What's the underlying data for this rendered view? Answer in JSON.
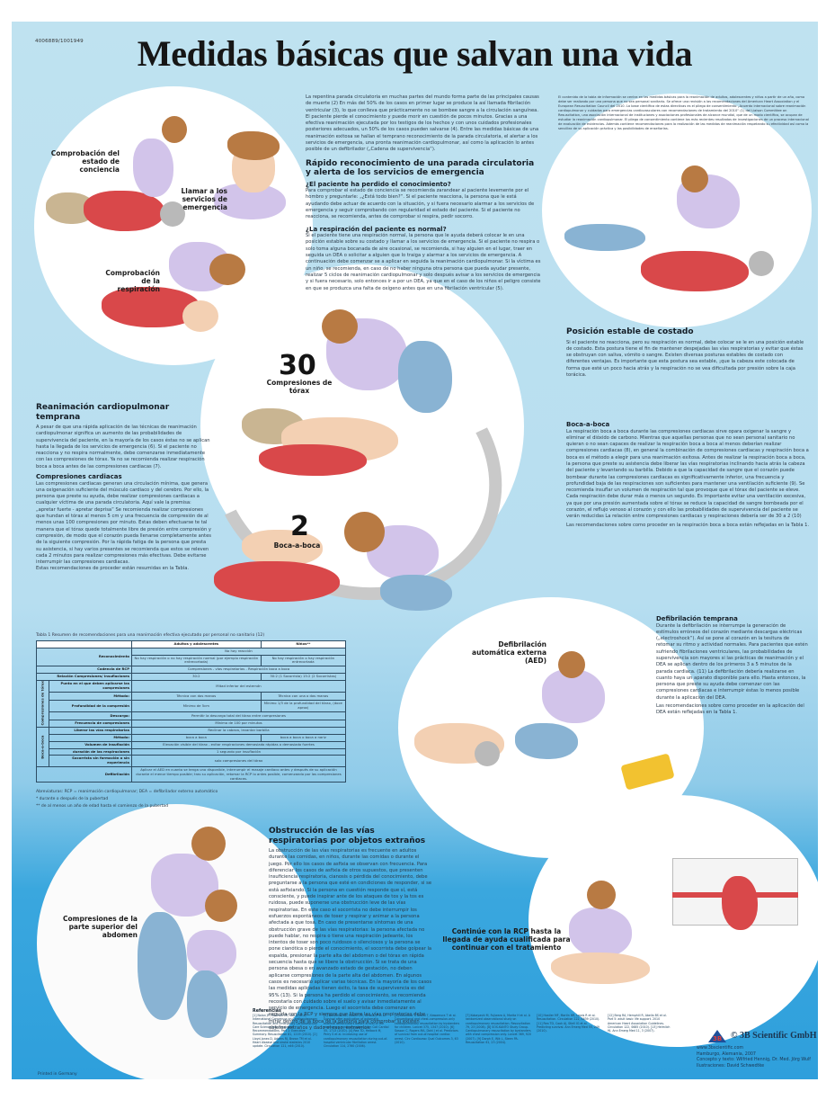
{
  "poster": {
    "code": "4006889/1001949",
    "title": "Medidas básicas que salvan una vida",
    "colors": {
      "background_top": "#bfe2f0",
      "background_bottom": "#2e9fdc",
      "circle": "#ffffff",
      "text": "#1f2a33"
    }
  },
  "illustration_labels": {
    "consciousness_check": "Comprobación del estado de conciencia",
    "call_emergency": "Llamar a los servicios de emergencia",
    "breathing_check": "Comprobación de la respiración",
    "compressions_count": "30",
    "compressions_label": "Compresiones de tórax",
    "rescue_breaths_count": "2",
    "rescue_breaths_label": "Boca-a-boca",
    "aed": "Defibrilación automática externa (AED)",
    "abdominal_thrusts": "Compresiones de la parte superior del abdomen",
    "continue_cpr": "Continúe con la RCP hasta la llegada de ayuda cualificada para continuar con el tratamiento"
  },
  "intro": {
    "text": "La repentina parada circulatoria en muchas partes del mundo forma parte de las principales causas de muerte (2) En más del 50% de los casos en primer lugar se produce la así llamada fibrilación ventricular (3), lo que conlleva que prácticamente no se bombee sangre a la circulación sanguínea. El paciente pierde el conocimiento y puede morir en cuestión de pocos minutos. Gracias a una efectiva reanimación ejecutada por los testigos de los hechos y con unos cuidados profesionales posteriores adecuados, un 50% de los casos pueden salvarse (4). Entre las medidas básicas de una reanimación exitosa se hallan el temprano reconocimiento de la parada circulatoria, el alertar a los servicios de emergencia, una pronta reanimación cardiopulmonar, así como la aplicación lo antes posible de un defibrilador („Cadena de supervivencia“)."
  },
  "sections": {
    "recognition": {
      "heading": "Rápido reconocimiento de una parada circulatoria y alerta de los servicios de emergencia",
      "q1": "¿El paciente ha perdido el conocimiento?",
      "q1_text": "Para comprobar el estado de conciencia se recomienda zarandear al paciente levemente por el hombro y preguntarle: „¿Está todo bien?“. Si el paciente reacciona, la persona que le está ayudando debe actuar de acuerdo con la situación, y si fuera necesario alarmar a los servicios de emergencia y seguir comprobando con regularidad el estado del paciente. Si el paciente no reacciona, se recomienda, antes de comprobar si respira, pedir socorro.",
      "q2": "¿La respiración del paciente es normal?",
      "q2_text": "Si el paciente tiene una respiración normal, la persona que le ayuda deberá colocar le en una posición estable sobre su costado y llamar a los servicios de emergencia. Si el paciente no respira o solo toma alguna bocanada de aire ocasional, se recomienda, si hay alguien en el lugar, traer en seguida un DEA o solicitar a alguien que lo traiga y alarmar a los servicios de emergencia. A continuación debe comenzar se a aplicar en seguida la reanimación cardiopulmonar. Si la víctima es un niño, se recomienda, en caso de no haber ninguna otra persona que pueda ayudar presente, realizar 5 ciclos de reanimación cardiopulmonar y solo después avisar a los servicios de emergencia y si fuera necesario, solo entonces ir a por un DEA, ya que en el caso de los niños el peligro consiste en que se produzca una falta de oxígeno antes que en una fibrilación ventricular (5)."
    },
    "guidelines_note": "El contenido de la tabla de información se centra en las medidas básicas para la reanimación de adultos, adolescentes y niños a partir de un año, como debe ser realizado por una persona que no sea personal sanitario. Se ofrece una revisión a las recomendaciones del American Heart Association y el European Resuscitation Council del 2010. La base científica de estas directivas es el pliego de consentimiento „Acuerdo internacional sobre reanimación cardiopulmonar y cuidados para emergencias cardiovasculares con recomendaciones de tratamiento del 2010“ (1) del Liaison Committee on Resuscitation, una asociación internacional de instituciones y asociaciones profesionales de alcance mundial, que de un modo científico, se ocupan de estudiar la reanimación cardiopulmonar. El pliego de consentimiento contiene los más recientes resultados de investigaciones de un proceso internacional de evaluación de evidencias. Además contiene recomendaciones para la realización de las medidas de reanimación respetando su efectividad así como la sencillez de su aplicación práctica y las posibilidades de enseñarlas.",
    "recovery_position": {
      "heading": "Posición estable de costado",
      "text": "Si el paciente no reacciona, pero su respiración es normal, debe colocar se le en una posición estable de costado. Esta postura tiene el fin de mantener despejadas las vías respiratorias y evitar que éstas se obstruyan con saliva, vómito o sangre. Existen diversas posturas estables de costado con diferentes ventajas. Es importante que esta postura sea estable, ¡que la cabeza este colocada de forma que esté un poco hacia atrás y la respiración no se vea dificultada por presión sobre la caja torácica."
    },
    "mouth_to_mouth": {
      "heading": "Boca-a-boca",
      "text": "La respiración boca a boca durante las compresiones cardiacas sirve opara oxigenar la sangre y eliminar el dióxido de carbono. Mientras que aquellas personas que no sean personal sanitario no quieran o no sean capaces de realizar la respiración boca a boca al menos deberían realizar compresiones cardiacas (8), en general la combinación de compresiones cardiacas y respiración boca a boca es el método a elegir para una reanimación exitosa. Antes de realizar la respiración boca a boca, la persona que preste su asistencia debe liberar las vías respiratorias inclinando hacia atrás la cabeza del paciente y levantando su barbilla. Debido a que la capacidad de sangre que el corazón puede bombear durante las compresiones cardiacas es significativamente inferior, una frecuencia y profundidad baja de las respiraciones son suficientes para mantener una ventilación suficiente (9). Se recomienda insuflar un volumen de respiración tal que provoque que el tórax del paciente se eleve. Cada respiración debe durar más o menos un segundo. Es importante evitar una ventilación excesiva, ya que por una presión aumentada sobre el tórax se reduce la capacidad de sangre bombeada por el corazón, el reflujo venoso al corazón y con ello las probabilidades de supervivencia del paciente se verán reducidas La relación entre compresiones cardiacas y respiraciones debería ser de 30 a 2 (10)",
      "note": "Las recomendaciones sobre como proceder en la respiración boca a boca están reflejadas en la Tabla 1."
    },
    "early_cpr": {
      "heading": "Reanimación cardiopulmonar temprana",
      "text": "A pesar de que una rápida aplicación de las técnicas de reanimación cardiopulmonar significa un aumento de las probabilidades de supervivencia del paciente, en la mayoría de los casos éstas no se aplican hasta la llegada de los servicios de emergencia (6). Si el paciente no reacciona y no respira normalmente, debe comenzarse inmediatamente con las compresiones de tórax. Ya no se recomienda realizar respiración boca a boca antes de las compresiones cardiacas (7)."
    },
    "cardiac_compressions": {
      "heading": "Compresiones cardiacas",
      "text": "Las compresiones cardiacas generan una circulación mínima, que genera una oxigenación suficiente del músculo cardiaco y del cerebro. Por ello, la persona que preste su ayuda, debe realizar compresiones cardiacas a cualquier víctima de una parada circulatoria. Aquí vale la premisa: „apretar fuerte - apretar deprisa“ Se recomienda realizar compresiones que hundan el tórax al menos 5 cm y una frecuencia de compresión de al menos unas 100 compresiones por minuto. Estas deben efectuarse te tal manera que el tórax quede totalmente libre de presión entre compresión y compresión, de modo que el corazón pueda llenarse completamente antes de la siguiente compresión. Por la rápida fatiga de la persona que presta su asistencia, si hay varios presentes se recomienda que estos se releven cada 2 minutos para realizar compresiones más efectivas. Debe evitarse interrumpir las compresiones cardiacas.",
      "note": "Estas recomendaciones de proceder están resumidas en la Tabla."
    },
    "early_defibrillation": {
      "heading": "Defibrilación temprana",
      "text": "Durante la defibrilación se interrumpe la generación de estímulos erróneos del corazón mediante descargas eléctricas („electroshock“). Así se pone al corazón en la tesitura de retomar su ritmo y actividad normales. Para pacientes que estén sufriendo fibrilaciones ventriculares, las probabilidades de supervivencia son mayores si las prácticas de reanimación y el DEA se aplican dentro de los primeros 3 a 5 minutos de la parada cardiaca. (11) La defibrilación debería realizarse en cuanto haya un aparato disponible para ello. Hasta entonces, la persona que preste su ayuda debe comenzar con las compresiones cardiacas e interrumpir éstas lo menos posible durante la aplicación del DEA.",
      "note": "Las recomendaciones sobre como proceder en la aplicación del DEA están reflejadas en la Tabla 1."
    },
    "airway_obstruction": {
      "heading": "Obstrucción de las vías respiratorias por objetos extraños",
      "text": "La obstrucción de las vías respiratorias es frecuente en adultos durante las comidas, en niños, durante las comidas o durante el juego. Por ello los casos de asfixia se observan con frecuencia. Para diferenciar los casos de asfixia de otros supuestos, que presenten insuficiencia respiratoria, cianosis o pérdida del conocimiento, debe preguntarse a la persona que esté en condiciones de responder, si se está asfixiando. Si la persona en cuestión responde que sí, está consciente, y puede inspirar ante de los ataques de tos y la tos es ruidosa, puede suponerse una obstrucción leve de las vías respiratorias. En este caso el socorrista no debe interrumpir los esfuerzos espontáneos de toser y respirar y animar a la persona afectada a que tosa. En caso de presentarse síntomas de una obstrucción grave de las vías respiratorias: la persona afectada no puede hablar, no respira o tiene una respiración jadeante, los intentos de toser son poco ruidosos o silenciosos y la persona se pone cianótica o pierde el conocimiento, el socorrista debe golpear la espalda, presionar la parte alta del abdomen o del tórax en rápida secuencia hasta que se libere la obstrucción. Si se trata de una persona obesa o en avanzado estado de gestación, no deben aplicarse compresiones de la parte alta del abdomen. En algunos casos es necesario aplicar varias técnicas. En la mayoría de los casos las medidas aplicadas tienen éxito, la tasa de supervivencia es del 95% (13). Si la persona ha perdido el conocimiento, se recomienda recostarla con cuidado sobre el suelo y avisar inmediatamente al servicio de emergencia. Luego el socorrista debe comenzar en seguida con la RCP y siempre que libere las vías respiratorias debe mirar dentro de la boca de la persona para comprobar si existen objetos extraños y dado el caso, extraerlos."
    }
  },
  "table": {
    "caption": "Tabla 1 Resumen de recomendaciones para una reanimación efectiva ejecutado por personal no sanitario (12)",
    "columns": [
      "",
      "Adultos y adolescentes",
      "Niños**"
    ],
    "groups": {
      "compressions": "Compresiones de tórax",
      "breaths": "Boca-a-boca"
    },
    "rows": {
      "recognition_label": "Reconocimiento",
      "recognition_shared": "No hay reacción",
      "recognition_adult": "No hay respiración o no hay respiración normal (por ejemplo respiración entrecortada)",
      "recognition_child": "No hay respiración o hay respiración entrecortada",
      "sequence_label": "Cadencia de RCP",
      "sequence": "Compresiones - vías respiratorias - Respiración boca a boca",
      "ratio_label": "Relación Compresiones/ Insuflaciones",
      "ratio_adult": "30:2",
      "ratio_child": "30:2 (1 Socorrista) 15:2 (2 Socorristas)",
      "point_label": "Punto en el que deben aplicarse las compresiones",
      "point": "Mitad inferior del esternón",
      "method_label": "Método:",
      "method_adult": "Técnica con dos manos",
      "method_child": "Técnica con una o dos manos",
      "depth_label": "Profundidad de la compresión",
      "depth_adult": "Mínimo de 5cm",
      "depth_child": "Mínimo 1/3 de la profundidad del tórax, (doce aprox)",
      "release_label": "Descarga:",
      "release": "Permitir la descarga total del tórax entre compresiones",
      "rate_label": "Frecuencia de compresiones",
      "rate": "Mínimo de 100 por minutos",
      "airway_label": "Liberar las vías respiratorias",
      "airway": "Reclinar la cabeza, levantar barbilla",
      "bmethod_label": "Método:",
      "bmethod_adult": "boca a boca",
      "bmethod_child": "boca a boca o boca a nariz",
      "volume_label": "Volumen de insuflación",
      "volume": "Elevación visible del tórax - evitar respiraciones demasiado rápidas o demasiado fuertes",
      "duration_label": "duración de las respiraciones",
      "duration": "1 segundo por insuflación",
      "untrained_label": "Socorrista sin formación o sin experiencia",
      "untrained": "solo compresiones del tórax",
      "defib_label": "Defibrilación",
      "defib": "Aplicar el AED en cuanto se tenga uno disponible, interrumpir el masaje cardiaco antes y después de su aplicación durante el menor tiempo posible; tras su aplicación, retomar la RCP lo antes posible, comenzando por las compresiones cardiacas."
    },
    "footnotes": [
      "Abreviaturas: RCP = reanimación cardiopulmonar; DEA = defibrilador externo automático",
      "* durante o después de la pubertad",
      "** de al menos un año de edad hasta el comienzo de la pubertad"
    ]
  },
  "references": {
    "heading": "Referencias",
    "columns": [
      "[1] Nolan JP, Hazinski MF, Billi JE et al. International Consensus on Cardiopulmonary Resuscitation and Emergency Cardiovascular Care Science with Treatment Recommendations. Part 1: Executive Summary. Resuscitation 81, 1219 (2010). [2] Lloyd-Jones D, Adams RJ, Brown TM et al. Heart disease and stroke statistics 2010 update. Circulation 121, e46 (2010).",
      "[3] Weisfeldt ML, Sitlani CM, Ornato JP et al. Survival after application of automatic external defibrillators before arrival of the emergency medical system. J Am Coll Cardiol 55, 1713 (2010). [4] Rea TD, Helbock M, Perry S et al. Increasing use of cardiopulmonary resuscitation during out-of-hospital ventricular fibrillation arrest. Circulation 114, 2760 (2006).",
      "[5] Kitamura T, Iwami T, Kawamura T et al. Conventional and chest-compression-only cardiopulmonary resuscitation by bystanders for children. Lancet 375, 1347 (2010). [6] Sasson C, Rogers MA, Dahl J et al. Predictors of survival from out-of-hospital cardiac arrest. Circ Cardiovasc Qual Outcomes 3, 63 (2010).",
      "[7] Kobayashi M, Fujiwara A, Morita H et al. A randomized observational study on cardiopulmonary resuscitation. Resuscitation 79, 23 (2008). [8] SOS-KANTO Study Group. Cardiopulmonary resuscitation by bystanders with chest compression only. Lancet 369, 920 (2007). [9] Dorph E, Wik L, Steen PA. Resuscitation 61, 23 (2004).",
      "[10] Hostler MF, Martín HR, Lewis R et al. Resuscitation. Circulation 122, S639 (2010). [11] Rea TD, Cook AJ, Stiell IG et al. Predicting survival. Ann Emerg Med 55, 249 (2010).",
      "[12] Berg RA, Hemphill R, Abella BS et al. Part 5: adult basic life support. 2010 American Heart Association Guidelines. Circulation 122, S685 (2010). [13] Heimlich HJ. Ann Emerg Med 11, 3 (2007)."
    ]
  },
  "imprint": {
    "brand": "© 3B Scientific GmbH",
    "logo_text": "3B",
    "website": "www.3bscientific.com",
    "place_year": "Hamburgo, Alemania, 2007",
    "concept": "Concepto y texto: Wilfried Hennig, Dr. Med. Jörg Wulf",
    "illustrations": "Ilustraciones: David Schwedtke",
    "printed": "Printed in Germany"
  }
}
